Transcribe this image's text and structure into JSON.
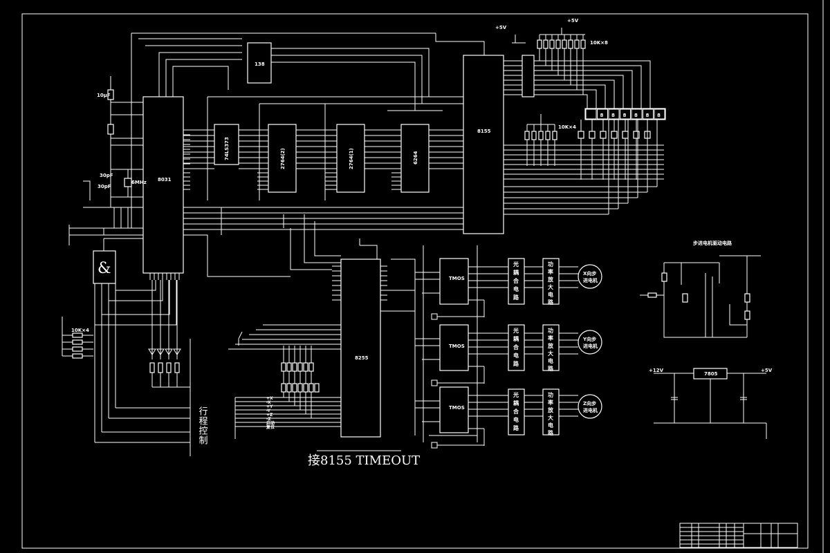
{
  "chips": {
    "decoder": "138",
    "latch": "74LS373",
    "eprom2": "2764(2)",
    "eprom1": "2764(1)",
    "ram": "6264",
    "io_8155": "8155",
    "io_8255": "8255",
    "mcu": "8031",
    "and_gate": "&",
    "driver_x": "TMOS",
    "driver_y": "TMOS",
    "driver_z": "TMOS",
    "regulator": "7805"
  },
  "power": {
    "vcc": "+5V",
    "v12": "+12V"
  },
  "motors": [
    {
      "line1": "X向步",
      "line2": "进电机"
    },
    {
      "line1": "Y向步",
      "line2": "进电机"
    },
    {
      "line1": "Z向步",
      "line2": "进电机"
    }
  ],
  "optocoupler_label": "光耦合电路",
  "power_amp_label": "功率放大电路",
  "travel_control_label": "行程控制",
  "timeout_note": "接8155 TIMEOUT",
  "display_digits": [
    "8",
    "8",
    "8",
    "8",
    "8",
    "8"
  ],
  "keys": [
    "+X",
    "-X",
    "+Y",
    "-Y",
    "+Z",
    "-Z",
    "启动",
    "复位"
  ],
  "resistor_pack": "10K×8",
  "resistor_pack2": "10K×4",
  "crystal": "6MHz",
  "caps": [
    "30pF",
    "30pF",
    "10μF"
  ],
  "res_left": "10K×4",
  "right_circuit_title": "步进电机驱动电路",
  "colors": {
    "background": "#000000",
    "lines": "#ffffff"
  }
}
